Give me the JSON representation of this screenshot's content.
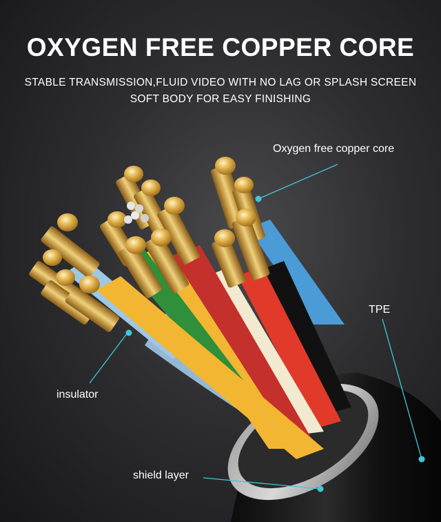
{
  "headline": "OXYGEN FREE COPPER CORE",
  "subtitle_line1": "STABLE TRANSMISSION,FLUID VIDEO WITH NO LAG OR SPLASH SCREEN",
  "subtitle_line2": "SOFT BODY FOR EASY FINISHING",
  "callouts": {
    "copper_core": "Oxygen free copper core",
    "tpe": "TPE",
    "insulator": "insulator",
    "shield_layer": "shield layer"
  },
  "colors": {
    "background": "#2a2a2d",
    "callout_line": "#3fc7d9",
    "copper_tip": "#d9a23f",
    "jacket": "#151515",
    "wire_colors": [
      "#f2b632",
      "#c4302b",
      "#e23a2a",
      "#111111",
      "#4a9bd6",
      "#9ec7e4",
      "#2f8f3a",
      "#e8cf7a"
    ]
  }
}
